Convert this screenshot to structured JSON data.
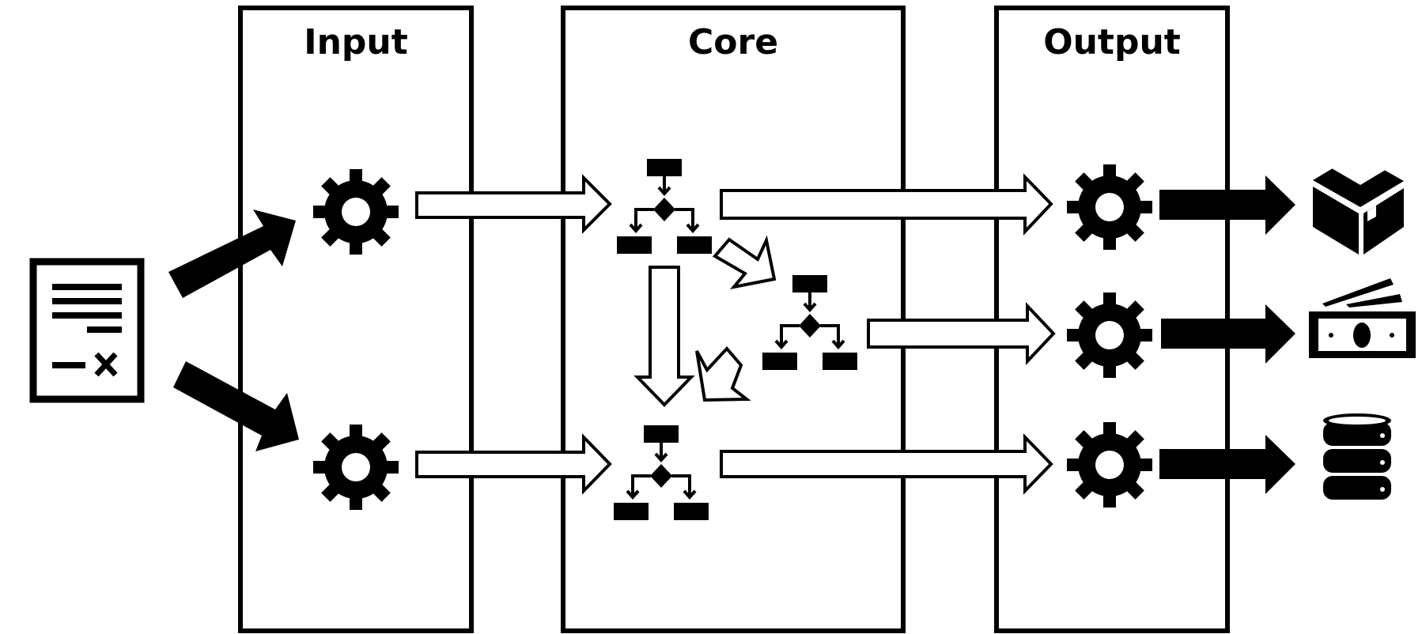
{
  "columns": {
    "input": {
      "title": "Input"
    },
    "core": {
      "title": "Core"
    },
    "output": {
      "title": "Output"
    }
  },
  "icons": {
    "source": "document-form-icon",
    "input_processes": [
      "gear-icon",
      "gear-icon"
    ],
    "core_flows": [
      "flowchart-icon",
      "flowchart-icon",
      "flowchart-icon"
    ],
    "output_processes": [
      "gear-icon",
      "gear-icon",
      "gear-icon"
    ],
    "results": [
      "package-box-icon",
      "money-bill-icon",
      "database-icon"
    ]
  },
  "colors": {
    "stroke": "#000000",
    "fill": "#ffffff"
  }
}
